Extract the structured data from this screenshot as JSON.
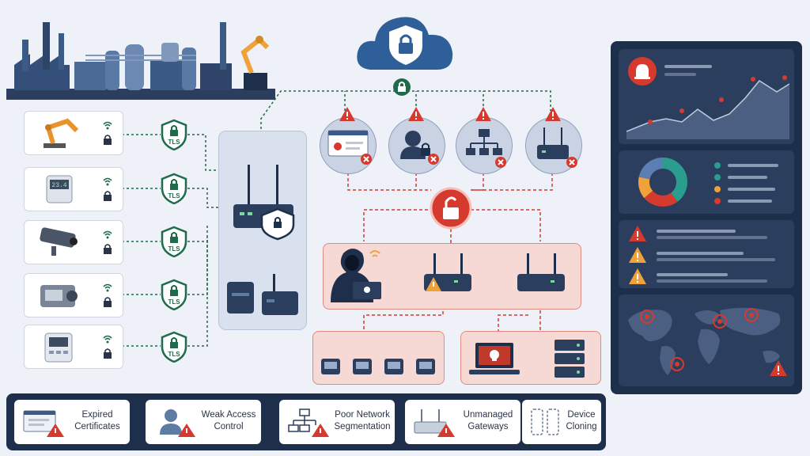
{
  "colors": {
    "navy": "#1e2f4b",
    "secure_green": "#1f6b4c",
    "threat_red": "#d63a2f",
    "warning_orange": "#f0a13a",
    "cloud_blue": "#2e5f98"
  },
  "icons": {
    "factory": "factory-skyline-icon",
    "cloud": "cloud-lock-icon",
    "devices": [
      "robot-arm-icon",
      "thermostat-icon",
      "security-camera-icon",
      "sensor-device-icon",
      "controller-device-icon"
    ],
    "threats": [
      "certificate-icon",
      "user-lock-icon",
      "network-tree-icon",
      "gateway-icon"
    ],
    "attacker": "hacker-icon",
    "dashboard": [
      "alarm-icon",
      "donut-chart-icon",
      "world-map-icon"
    ]
  },
  "shields": {
    "label": "TLS"
  },
  "issues": [
    {
      "line1": "Expired",
      "line2": "Certificates"
    },
    {
      "line1": "Weak Access",
      "line2": "Control"
    },
    {
      "line1": "Poor Network",
      "line2": "Segmentation"
    },
    {
      "line1": "Unmanaged",
      "line2": "Gateways"
    },
    {
      "line1": "Device",
      "line2": "Cloning"
    }
  ],
  "device_screens": {
    "thermostat": "23.4"
  }
}
